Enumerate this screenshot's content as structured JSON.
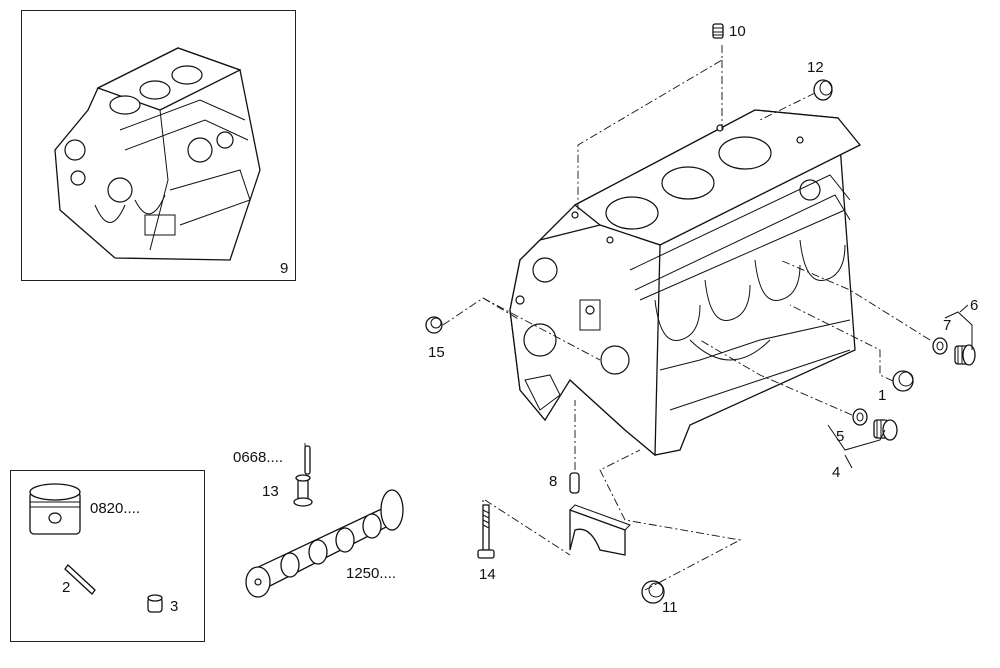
{
  "callouts": {
    "c1": "1",
    "c2": "2",
    "c3": "3",
    "c4": "4",
    "c5": "5",
    "c6": "6",
    "c7": "7",
    "c8": "8",
    "c9": "9",
    "c10": "10",
    "c11": "11",
    "c12": "12",
    "c13": "13",
    "c14": "14",
    "c15": "15",
    "ref_0668": "0668....",
    "ref_0820": "0820....",
    "ref_1250": "1250...."
  }
}
